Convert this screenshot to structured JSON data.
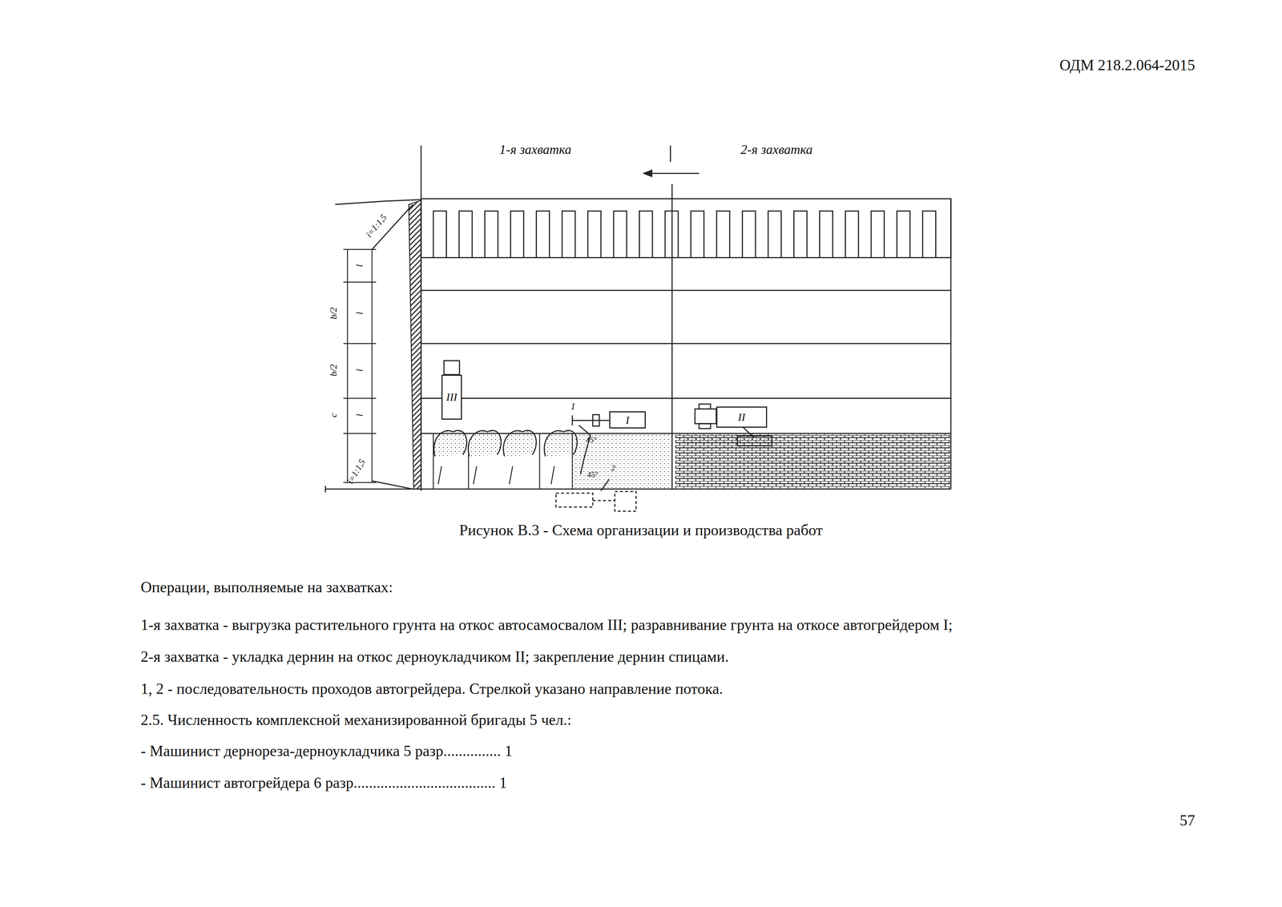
{
  "diagram": {
    "caption": "Рисунок В.3 - Схема организации и производства работ",
    "nodes": [
      {
        "text": [
          "III"
        ]
      },
      {
        "text": [
          "I"
        ]
      },
      {
        "text": [
          "II"
        ]
      }
    ],
    "labels": [
      "ОДМ 218.2.064-2015",
      "1-я захватка",
      "2-я захватка",
      "i=1:1,5",
      "l",
      "b/2",
      "l",
      "b/2",
      "l",
      "c",
      "l",
      "i=1:1,5",
      "1",
      "45°",
      "45°",
      "2",
      "Операции, выполняемые на захватках:",
      "1-я захватка - выгрузка растительного грунта на откос автосамосвалом III; разравнивание грунта на откосе автогрейдером I;",
      "2-я захватка - укладка дернин на откос дерноукладчиком II; закрепление дернин спицами.",
      "1, 2 - последовательность проходов автогрейдера. Стрелкой указано направление потока.",
      "2.5. Численность комплексной механизированной бригады 5 чел.:",
      "- Машинист дернореза-дерноукладчика 5 разр............... 1",
      "- Машинист автогрейдера 6 разр..................................... 1",
      "57"
    ]
  }
}
